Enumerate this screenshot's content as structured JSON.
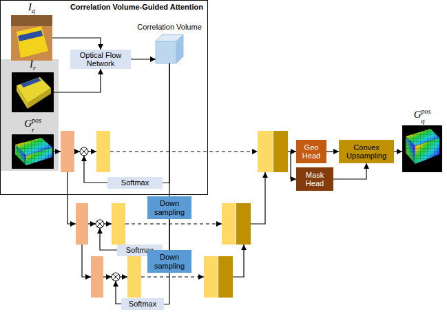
{
  "diagram": {
    "nodes": [
      {
        "text": [
          "Correlation Volume-Guided Attention"
        ]
      },
      {
        "text": [
          "I",
          "q"
        ],
        "in": 0
      },
      {
        "text": [
          "I",
          "r"
        ],
        "in": 0
      },
      {
        "text": [
          "G",
          "r",
          "pos"
        ],
        "in": 0
      },
      {
        "text": [
          "Optical Flow Network"
        ],
        "in": 0
      },
      {
        "text": [
          "Correlation Volume"
        ],
        "in": 0
      },
      {
        "text": [
          "Softmax"
        ],
        "in": 0
      },
      {
        "text": [
          "Down sampling"
        ]
      },
      {
        "text": [
          "Softmax"
        ]
      },
      {
        "text": [
          "Down sampling"
        ]
      },
      {
        "text": [
          "Softmax"
        ]
      },
      {
        "text": [
          "Geo Head"
        ]
      },
      {
        "text": [
          "Mask Head"
        ]
      },
      {
        "text": [
          "Convex Upsampling"
        ]
      },
      {
        "text": [
          "G",
          "q",
          "pos"
        ]
      }
    ],
    "edges": [
      {
        "from": 1,
        "to": 4,
        "arrow": "to"
      },
      {
        "from": 2,
        "to": 4,
        "arrow": "to"
      },
      {
        "from": 4,
        "to": 5,
        "arrow": "to"
      },
      {
        "from": 5,
        "to": 6,
        "arrow": "none"
      },
      {
        "from": 5,
        "to": 7,
        "arrow": "none"
      },
      {
        "from": 7,
        "to": 8,
        "arrow": "none"
      },
      {
        "from": 7,
        "to": 9,
        "arrow": "none"
      },
      {
        "from": 9,
        "to": 10,
        "arrow": "none"
      },
      {
        "from": 11,
        "to": 13,
        "arrow": "to"
      },
      {
        "from": 12,
        "to": 13,
        "arrow": "to"
      },
      {
        "from": 13,
        "to": 14,
        "arrow": "to"
      }
    ]
  }
}
